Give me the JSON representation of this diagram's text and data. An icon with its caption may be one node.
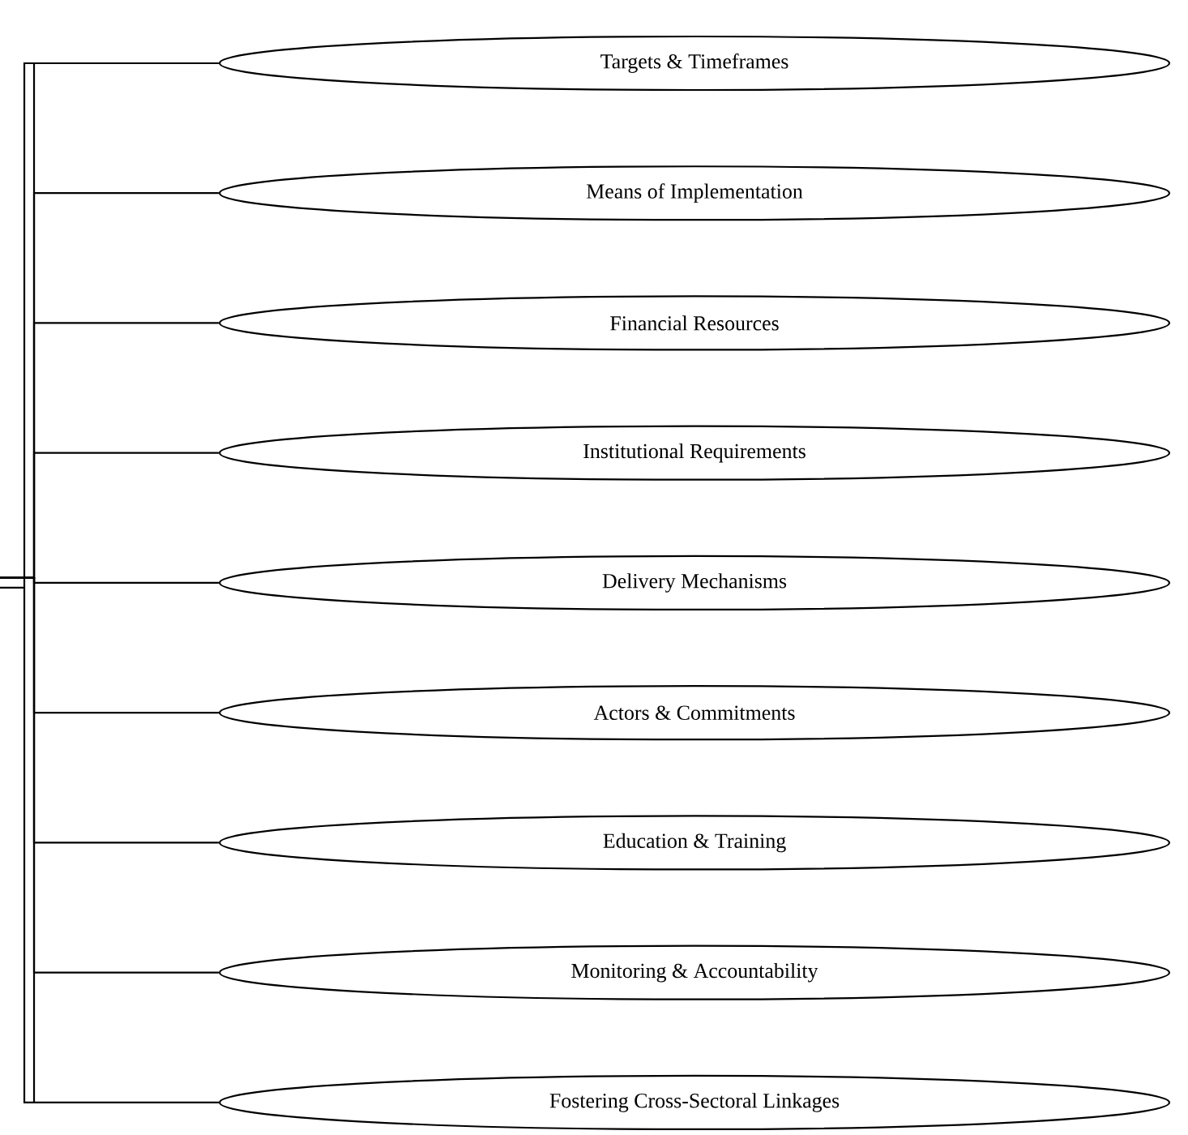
{
  "diagram": {
    "nodes": [
      {
        "text": [
          "Targets & Timeframes"
        ]
      },
      {
        "text": [
          "Means of Implementation"
        ]
      },
      {
        "text": [
          "Financial Resources"
        ]
      },
      {
        "text": [
          "Institutional Requirements"
        ]
      },
      {
        "text": [
          "Delivery Mechanisms"
        ]
      },
      {
        "text": [
          "Actors & Commitments"
        ]
      },
      {
        "text": [
          "Education & Training"
        ]
      },
      {
        "text": [
          "Monitoring & Accountability"
        ]
      },
      {
        "text": [
          "Fostering Cross-Sectoral Linkages"
        ]
      }
    ],
    "edges": [
      {
        "from": null,
        "to": 0,
        "arrow": "none"
      },
      {
        "from": null,
        "to": 1,
        "arrow": "none"
      },
      {
        "from": null,
        "to": 2,
        "arrow": "none"
      },
      {
        "from": null,
        "to": 3,
        "arrow": "none"
      },
      {
        "from": null,
        "to": 4,
        "arrow": "none"
      },
      {
        "from": null,
        "to": 5,
        "arrow": "none"
      },
      {
        "from": null,
        "to": 6,
        "arrow": "none"
      },
      {
        "from": null,
        "to": 7,
        "arrow": "none"
      },
      {
        "from": null,
        "to": 8,
        "arrow": "none"
      }
    ]
  }
}
